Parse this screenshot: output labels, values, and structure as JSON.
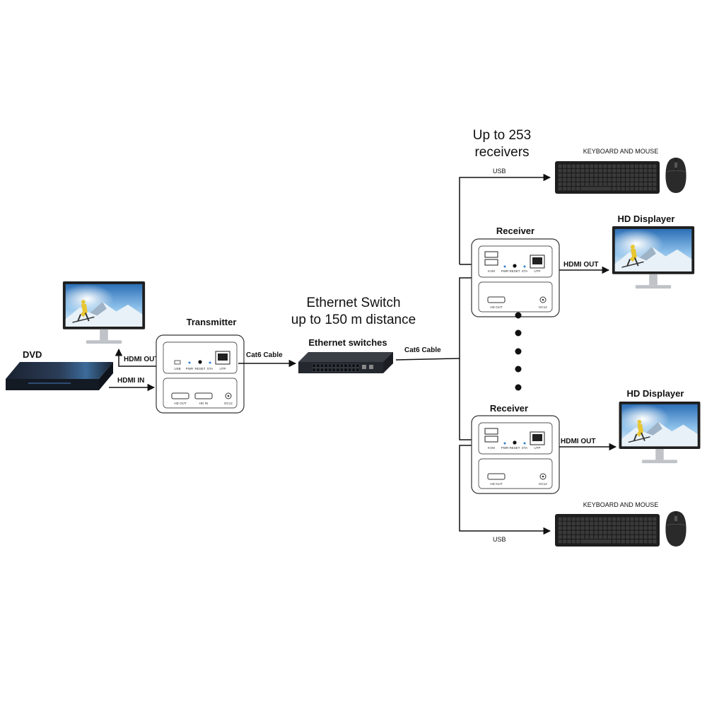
{
  "labels": {
    "receivers_line1": "Up to 253",
    "receivers_line2": "receivers",
    "switch_line1": "Ethernet Switch",
    "switch_line2": "up to 150 m distance",
    "dvd": "DVD",
    "transmitter": "Transmitter",
    "ethernet_switches": "Ethernet switches",
    "receiver": "Receiver",
    "hd_displayer": "HD Displayer",
    "keyboard_and_mouse": "KEYBOARD AND MOUSE",
    "hdmi_out": "HDMI OUT",
    "hdmi_in": "HDMI IN",
    "usb": "USB",
    "cat6_cable": "Cat6 Cable"
  },
  "ports": {
    "usb": "USB",
    "pwr": "PWR",
    "reset": "RESET",
    "sta": "STA",
    "utp": "UTP",
    "hd_out": "HD OUT",
    "hd_in": "HD IN",
    "dc12": "DC12",
    "kvm": "KVM"
  },
  "colors": {
    "line": "#111111",
    "monitor_body": "#1f1f1f",
    "device_panel": "#333333",
    "sky": "#7fb6e6",
    "snow": "#e8f1f8",
    "skier_jacket": "#e8c630"
  }
}
